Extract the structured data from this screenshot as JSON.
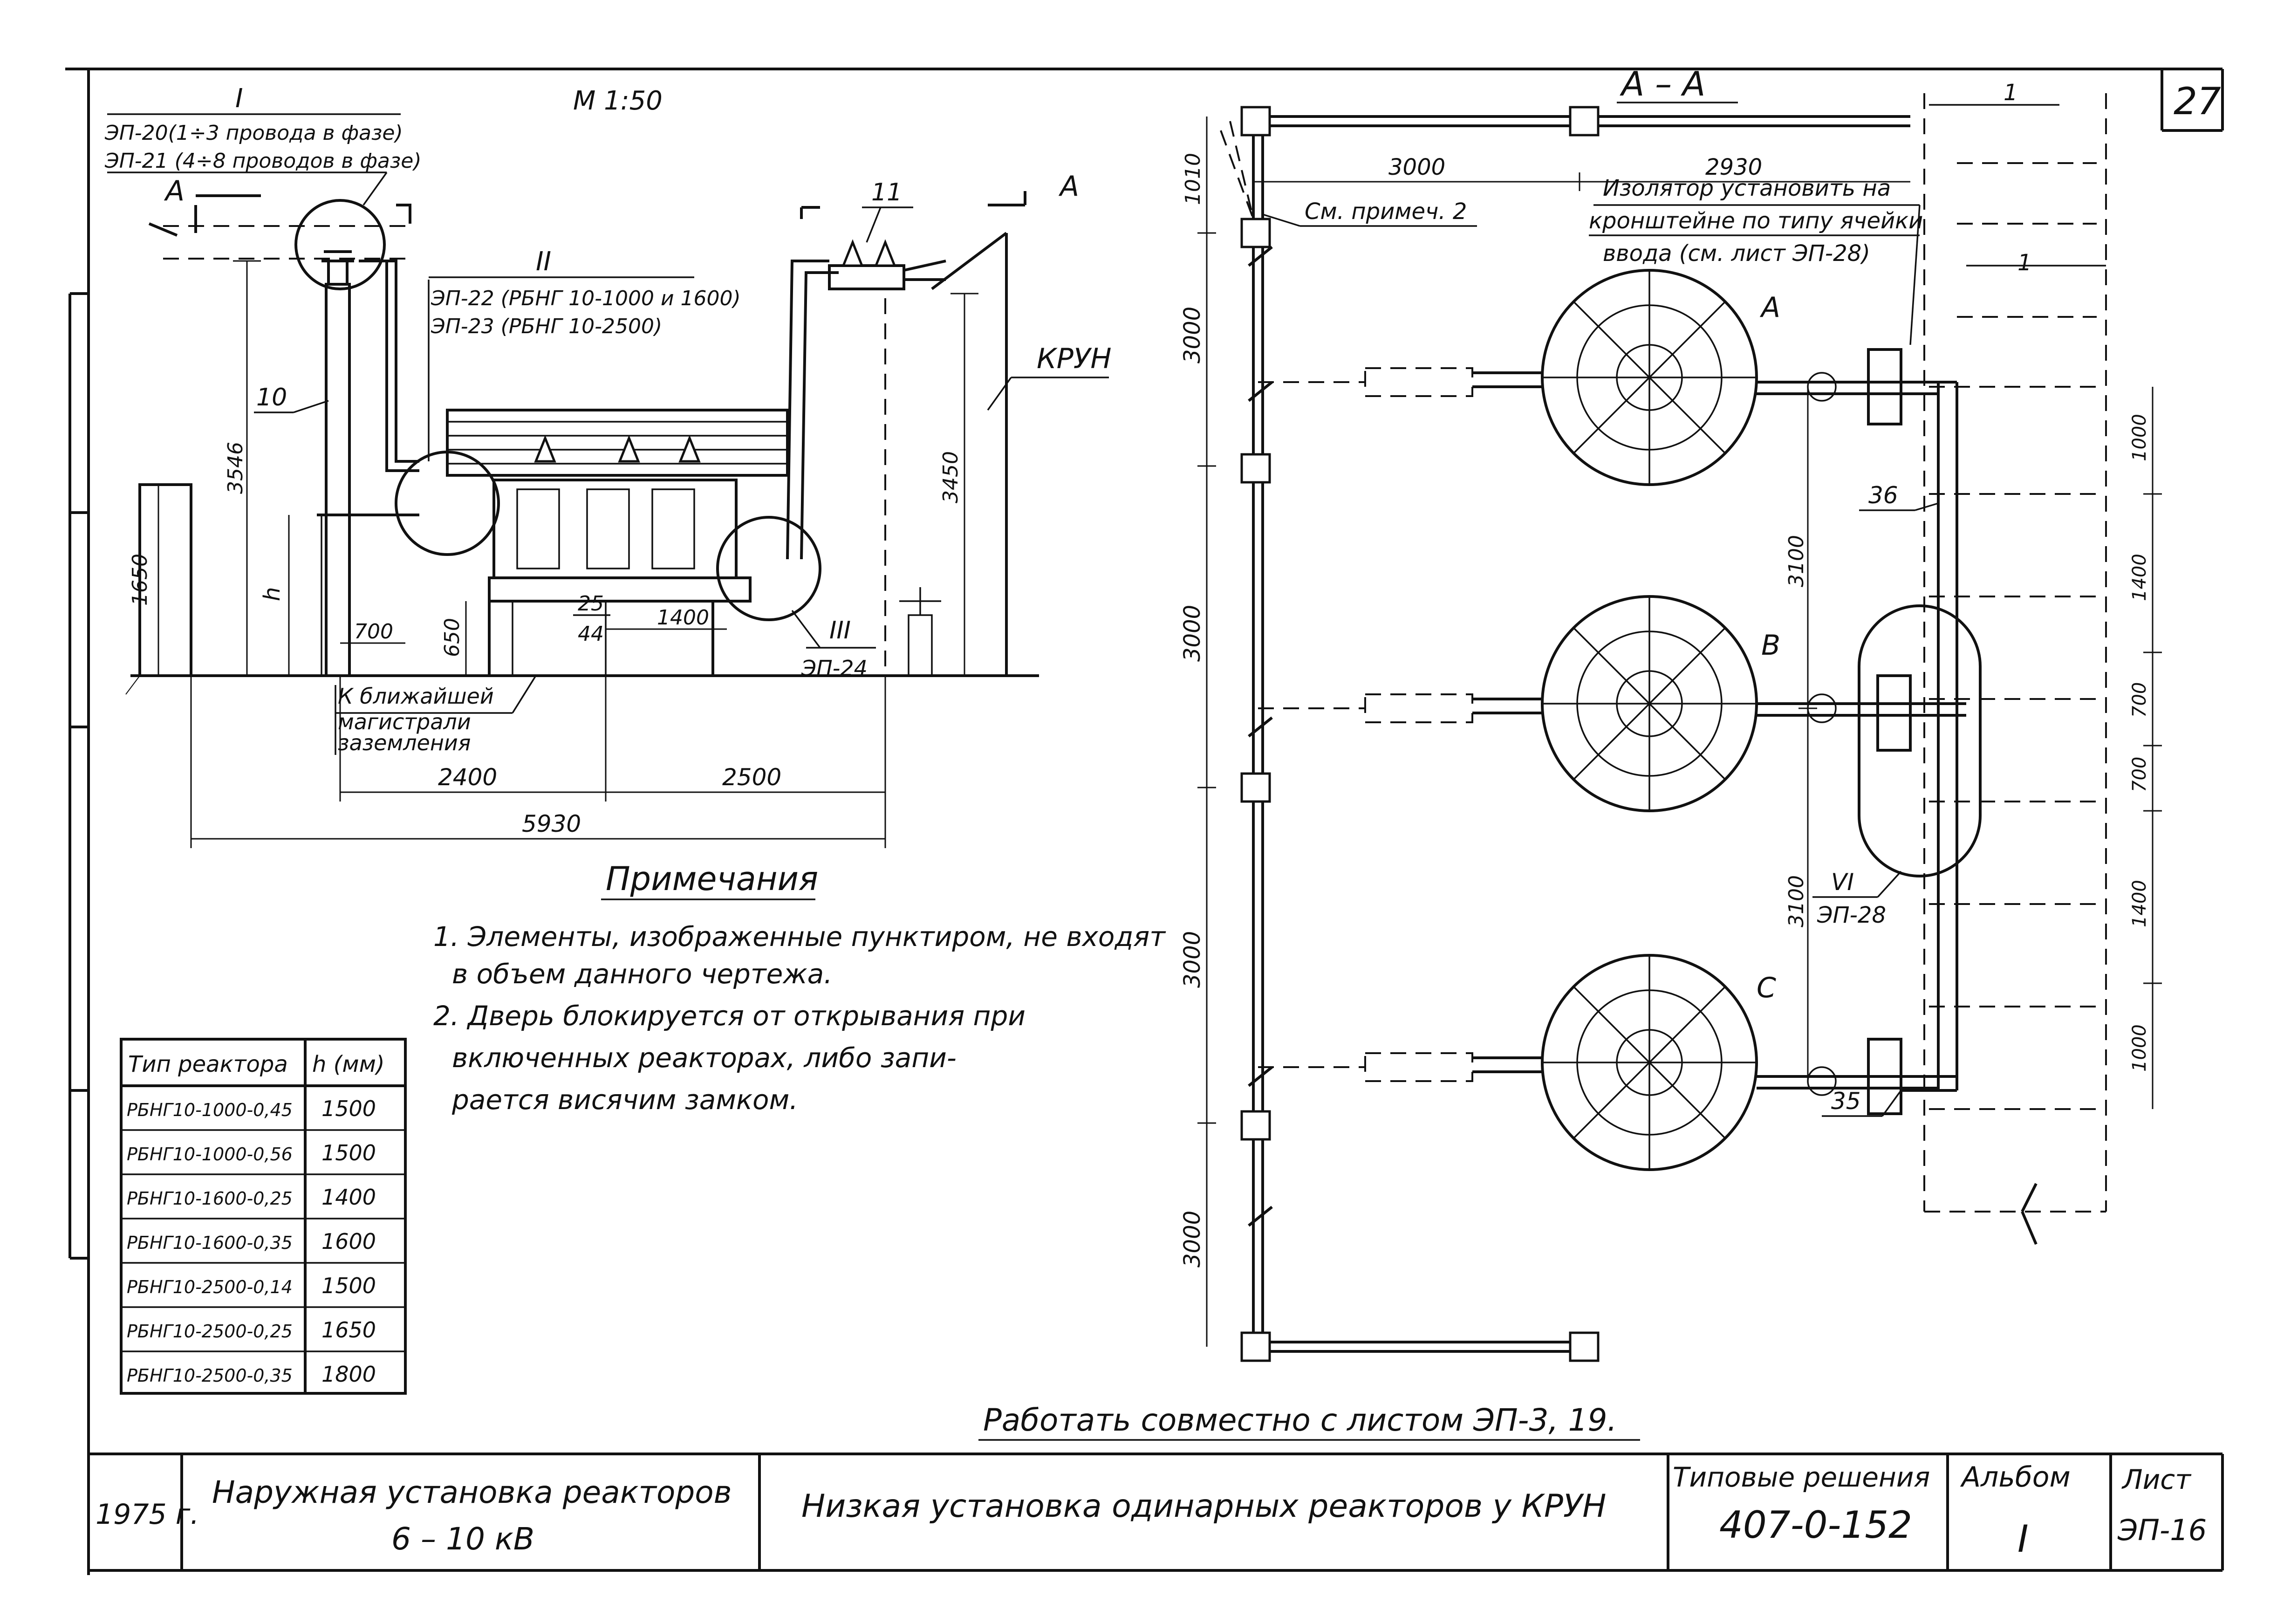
{
  "sheet": {
    "page_number": "27",
    "scale": "М 1:50",
    "notes_title": "Примечания",
    "notes": [
      "1. Элементы, изображенные пунктиром, не входят",
      "в объем данного чертежа.",
      "2. Дверь блокируется от открывания при",
      "включенных реакторах, либо запи-",
      "рается висячим замком."
    ],
    "work_with": "Работать совместно с листом ЭП-3, 19."
  },
  "left_view": {
    "node_I": "I",
    "node_I_line1": "ЭП-20(1÷3 провода в фазе)",
    "node_I_line2": "ЭП-21 (4÷8 проводов в фазе)",
    "node_II": "II",
    "node_II_line1": "ЭП-22 (РБНГ 10-1000 и 1600)",
    "node_II_line2": "ЭП-23 (РБНГ 10-2500)",
    "node_III": "III",
    "node_III_ref": "ЭП-24",
    "section_mark_left": "А",
    "section_mark_right": "А",
    "label_krun": "КРУН",
    "ground_line1": "К ближайшей",
    "ground_line2": "магистрали",
    "ground_line3": "заземления",
    "pos_10": "10",
    "pos_11": "11",
    "pos_25": "25",
    "pos_44": "44",
    "dim_3546": "3546",
    "dim_1650": "1650",
    "dim_h": "h",
    "dim_700": "700",
    "dim_650": "650",
    "dim_1400": "1400",
    "dim_3450": "3450",
    "dim_2400": "2400",
    "dim_2500": "2500",
    "dim_5930": "5930"
  },
  "right_view": {
    "section_title": "А – А",
    "note_ref": "См. примеч. 2",
    "insulator_line1": "Изолятор установить на",
    "insulator_line2": "кронштейне по типу ячейки",
    "insulator_line3": "ввода (см. лист ЭП-28)",
    "phase_a": "А",
    "phase_b": "В",
    "phase_c": "С",
    "node_VI": "VI",
    "node_VI_ref": "ЭП-28",
    "pos_36": "36",
    "pos_35": "35",
    "pos_1a": "1",
    "pos_1b": "1",
    "dim_1010": "1010",
    "dim_3000_top": "3000",
    "dim_2930": "2930",
    "dim_3000_a": "3000",
    "dim_3000_b": "3000",
    "dim_3000_c": "3000",
    "dim_3000_d": "3000",
    "dim_3100_a": "3100",
    "dim_3100_b": "3100",
    "dim_1000_a": "1000",
    "dim_1400_a": "1400",
    "dim_700_a": "700",
    "dim_700_b": "700",
    "dim_1400_b": "1400",
    "dim_1000_b": "1000"
  },
  "reactor_table": {
    "headers": [
      "Тип реактора",
      "h (мм)"
    ],
    "rows": [
      [
        "РБНГ10-1000-0,45",
        "1500"
      ],
      [
        "РБНГ10-1000-0,56",
        "1500"
      ],
      [
        "РБНГ10-1600-0,25",
        "1400"
      ],
      [
        "РБНГ10-1600-0,35",
        "1600"
      ],
      [
        "РБНГ10-2500-0,14",
        "1500"
      ],
      [
        "РБНГ10-2500-0,25",
        "1650"
      ],
      [
        "РБНГ10-2500-0,35",
        "1800"
      ]
    ]
  },
  "title_block": {
    "year": "1975 г.",
    "subject_line1": "Наружная установка реакторов",
    "subject_line2": "6 – 10 кВ",
    "drawing_title": "Низкая установка одинарных реакторов у КРУН",
    "series_label": "Типовые решения",
    "series_number": "407-0-152",
    "album_label": "Альбом",
    "album_number": "I",
    "sheet_label": "Лист",
    "sheet_number": "ЭП-16"
  }
}
